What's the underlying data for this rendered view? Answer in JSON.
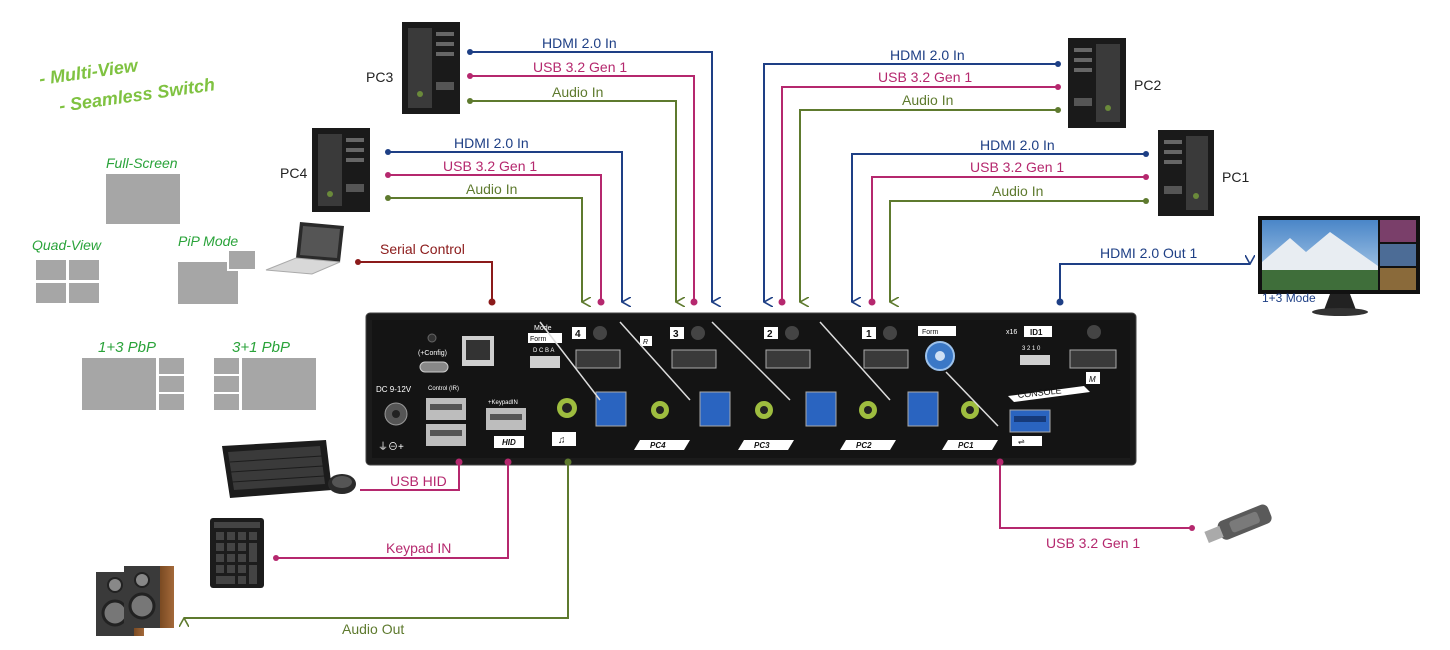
{
  "features": {
    "multi_view": "- Multi-View",
    "seamless": "- Seamless Switch"
  },
  "modes": {
    "full": "Full-Screen",
    "quad": "Quad-View",
    "pip": "PiP Mode",
    "pbp13": "1+3 PbP",
    "pbp31": "3+1 PbP"
  },
  "pcs": {
    "pc1": "PC1",
    "pc2": "PC2",
    "pc3": "PC3",
    "pc4": "PC4"
  },
  "signals": {
    "hdmi_in": "HDMI 2.0 In",
    "usb": "USB 3.2 Gen 1",
    "audio_in": "Audio In",
    "hdmi_out": "HDMI 2.0 Out 1",
    "serial": "Serial Control",
    "usb_hid": "USB HID",
    "keypad": "Keypad IN",
    "audio_out": "Audio Out",
    "usb_gen1": "USB 3.2 Gen 1"
  },
  "monitor": {
    "mode": "1+3 Mode"
  },
  "device": {
    "dc": "DC 9-12V",
    "config": "(+Config)",
    "control": "Control (IR)",
    "keypad_in": "+KeypadIN",
    "hid": "HID",
    "mode": "Mode",
    "form": "Form",
    "form2": "Form",
    "console": "CONSOLE",
    "x16": "x16",
    "id1": "ID1",
    "dip": "3 2 1 0",
    "port4": "4",
    "port3": "3",
    "port2": "2",
    "port1": "1",
    "pc4": "PC4",
    "pc3": "PC3",
    "pc2": "PC2",
    "pc1": "PC1",
    "r": "R",
    "m": "M"
  },
  "colors": {
    "hdmi": "#1e3f85",
    "usb": "#b5286e",
    "audio": "#5e7a2e",
    "serial": "#8b1a1a",
    "mode_text": "#2aa33a",
    "feature": "#7fc241"
  }
}
